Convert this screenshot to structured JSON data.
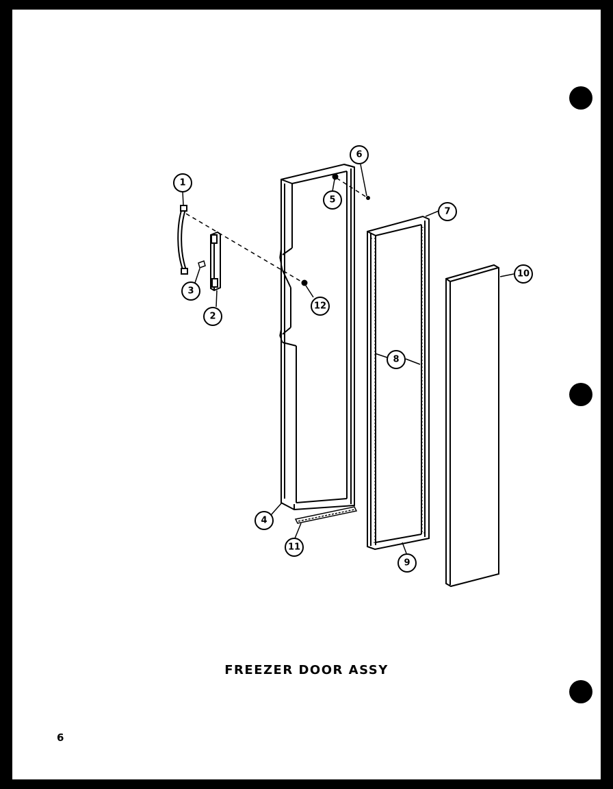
{
  "caption": "FREEZER DOOR ASSY",
  "page_number": "6",
  "callouts": [
    "1",
    "2",
    "3",
    "4",
    "5",
    "6",
    "7",
    "8",
    "9",
    "10",
    "11",
    "12"
  ],
  "colors": {
    "ink": "#000000",
    "paper": "#ffffff"
  }
}
